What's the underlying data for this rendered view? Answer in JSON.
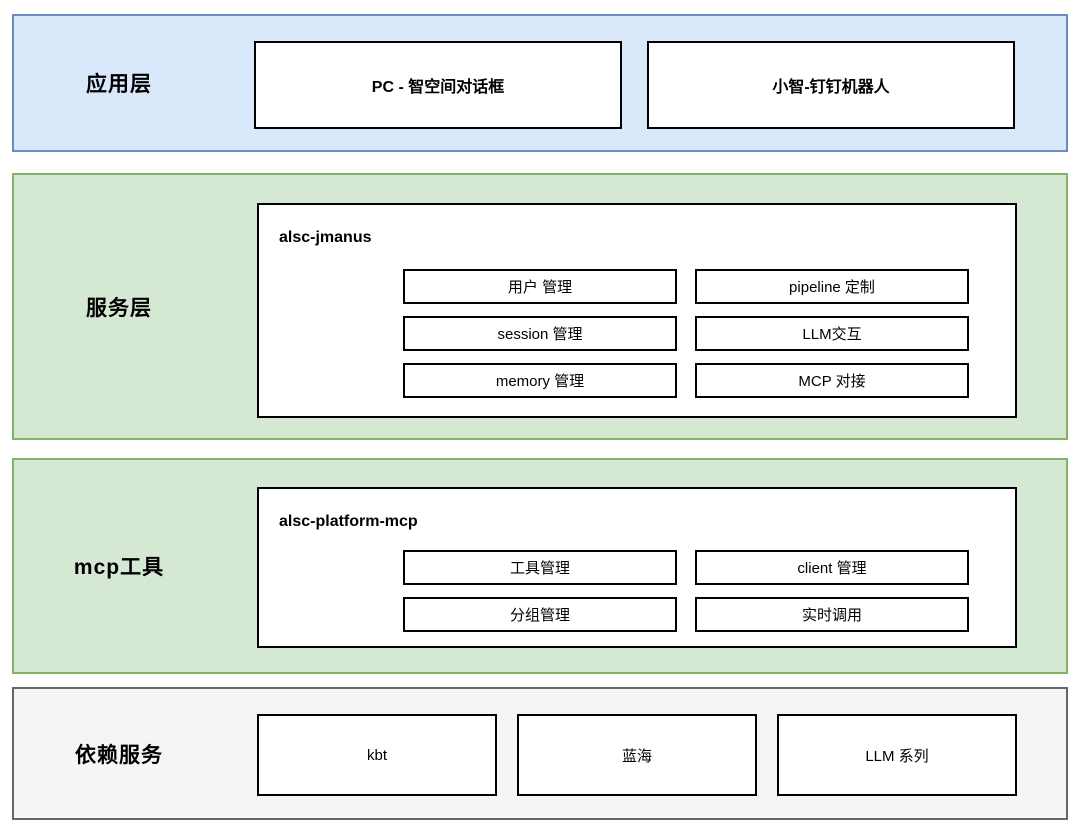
{
  "colors": {
    "application_fill": "#dae8fc",
    "application_border": "#6c8ebf",
    "service_fill": "#d5e8d4",
    "service_border": "#82b366",
    "dependency_fill": "#f5f5f5",
    "dependency_border": "#666666",
    "node_fill": "#ffffff",
    "node_border": "#000000"
  },
  "layers": {
    "app": {
      "label": "应用层",
      "boxes": [
        "PC - 智空间对话框",
        "小智-钉钉机器人"
      ]
    },
    "service": {
      "label": "服务层",
      "container_title": "alsc-jmanus",
      "modules_left": [
        "用户 管理",
        "session 管理",
        "memory 管理"
      ],
      "modules_right": [
        "pipeline 定制",
        "LLM交互",
        "MCP 对接"
      ]
    },
    "mcp": {
      "label": "mcp工具",
      "container_title": "alsc-platform-mcp",
      "modules_left": [
        "工具管理",
        "分组管理"
      ],
      "modules_right": [
        "client 管理",
        "实时调用"
      ]
    },
    "dependency": {
      "label": "依赖服务",
      "boxes": [
        "kbt",
        "蓝海",
        "LLM 系列"
      ]
    }
  }
}
